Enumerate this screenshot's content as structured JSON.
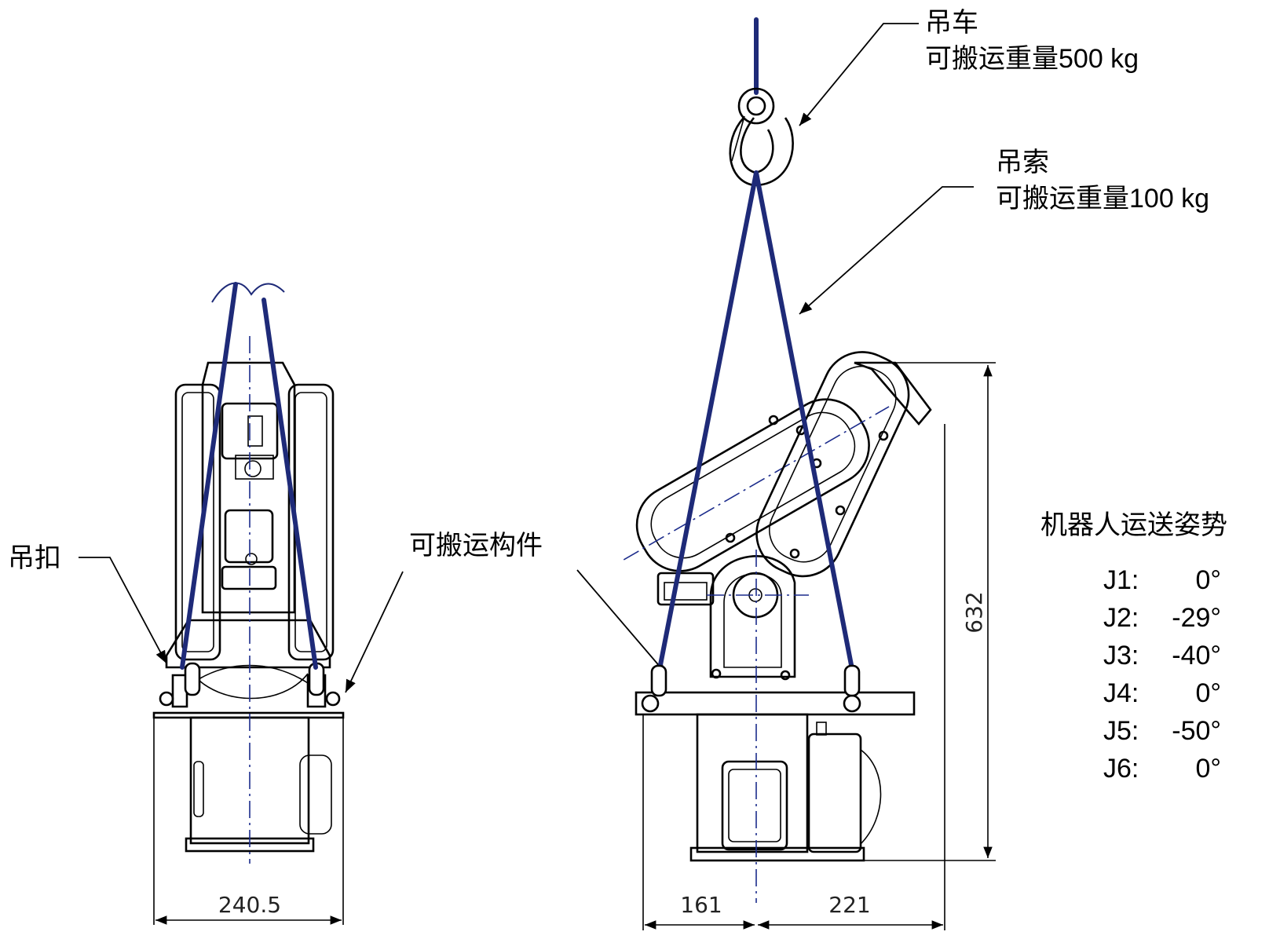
{
  "labels": {
    "crane": "吊车",
    "crane_capacity": "可搬运重量500 kg",
    "sling": "吊索",
    "sling_capacity": "可搬运重量100 kg",
    "shackle": "吊扣",
    "transport_member": "可搬运构件",
    "posture_title": "机器人运送姿势"
  },
  "dimensions": {
    "front_width": "240.5",
    "side_left": "161",
    "side_right": "221",
    "height": "632"
  },
  "joints": [
    {
      "name": "J1:",
      "value": "0°"
    },
    {
      "name": "J2:",
      "value": "-29°"
    },
    {
      "name": "J3:",
      "value": "-40°"
    },
    {
      "name": "J4:",
      "value": "0°"
    },
    {
      "name": "J5:",
      "value": "-50°"
    },
    {
      "name": "J6:",
      "value": "0°"
    }
  ],
  "colors": {
    "sling": "#1e2a78",
    "axis": "#1c2c8c",
    "line": "#000000"
  }
}
